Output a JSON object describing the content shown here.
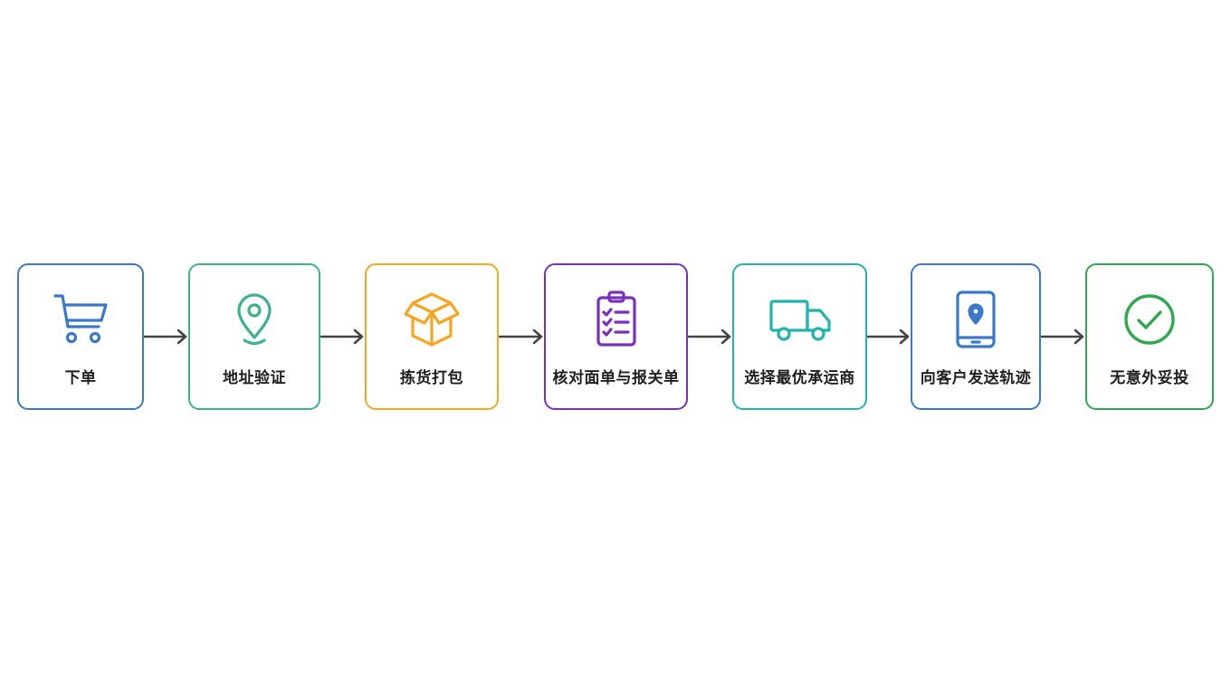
{
  "flow": {
    "steps": [
      {
        "label": "下单",
        "icon": "shopping-cart-icon",
        "color": "#3a78c9"
      },
      {
        "label": "地址验证",
        "icon": "location-pin-icon",
        "color": "#3db38a"
      },
      {
        "label": "拣货打包",
        "icon": "package-box-icon",
        "color": "#f5a623"
      },
      {
        "label": "核对面单与报关单",
        "icon": "clipboard-checklist-icon",
        "color": "#7b2fbf"
      },
      {
        "label": "选择最优承运商",
        "icon": "delivery-truck-icon",
        "color": "#1fb5ad"
      },
      {
        "label": "向客户发送轨迹",
        "icon": "mobile-tracking-icon",
        "color": "#3a78c9"
      },
      {
        "label": "无意外妥投",
        "icon": "check-circle-icon",
        "color": "#2fa84f"
      }
    ],
    "arrow_color": "#444444"
  }
}
